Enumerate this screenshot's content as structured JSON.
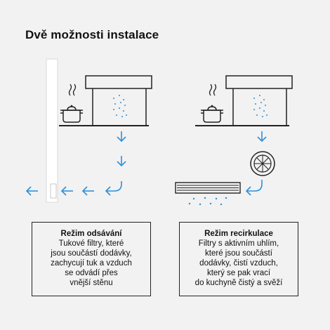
{
  "title": "Dvě možnosti instalace",
  "colors": {
    "arrow": "#2f8fd8",
    "line": "#222222",
    "background": "#f2f2f2",
    "wall": "#ffffff"
  },
  "modes": [
    {
      "heading": "Režim odsávání",
      "text": "Tukové filtry, které\njsou součástí dodávky,\nzachycují tuk a vzduch\nse odvádí přes\nvnější stěnu"
    },
    {
      "heading": "Režim recirkulace",
      "text": "Filtry s aktivním uhlím,\nkteré jsou součástí\ndodávky, čistí vzduch,\nkterý se pak vrací\ndo kuchyně čistý a svěží"
    }
  ],
  "icons": [
    "pot-icon",
    "steam-icon",
    "hood-icon",
    "wall-icon",
    "fan-icon",
    "vent-grille-icon",
    "arrow-down-icon",
    "arrow-left-icon"
  ]
}
